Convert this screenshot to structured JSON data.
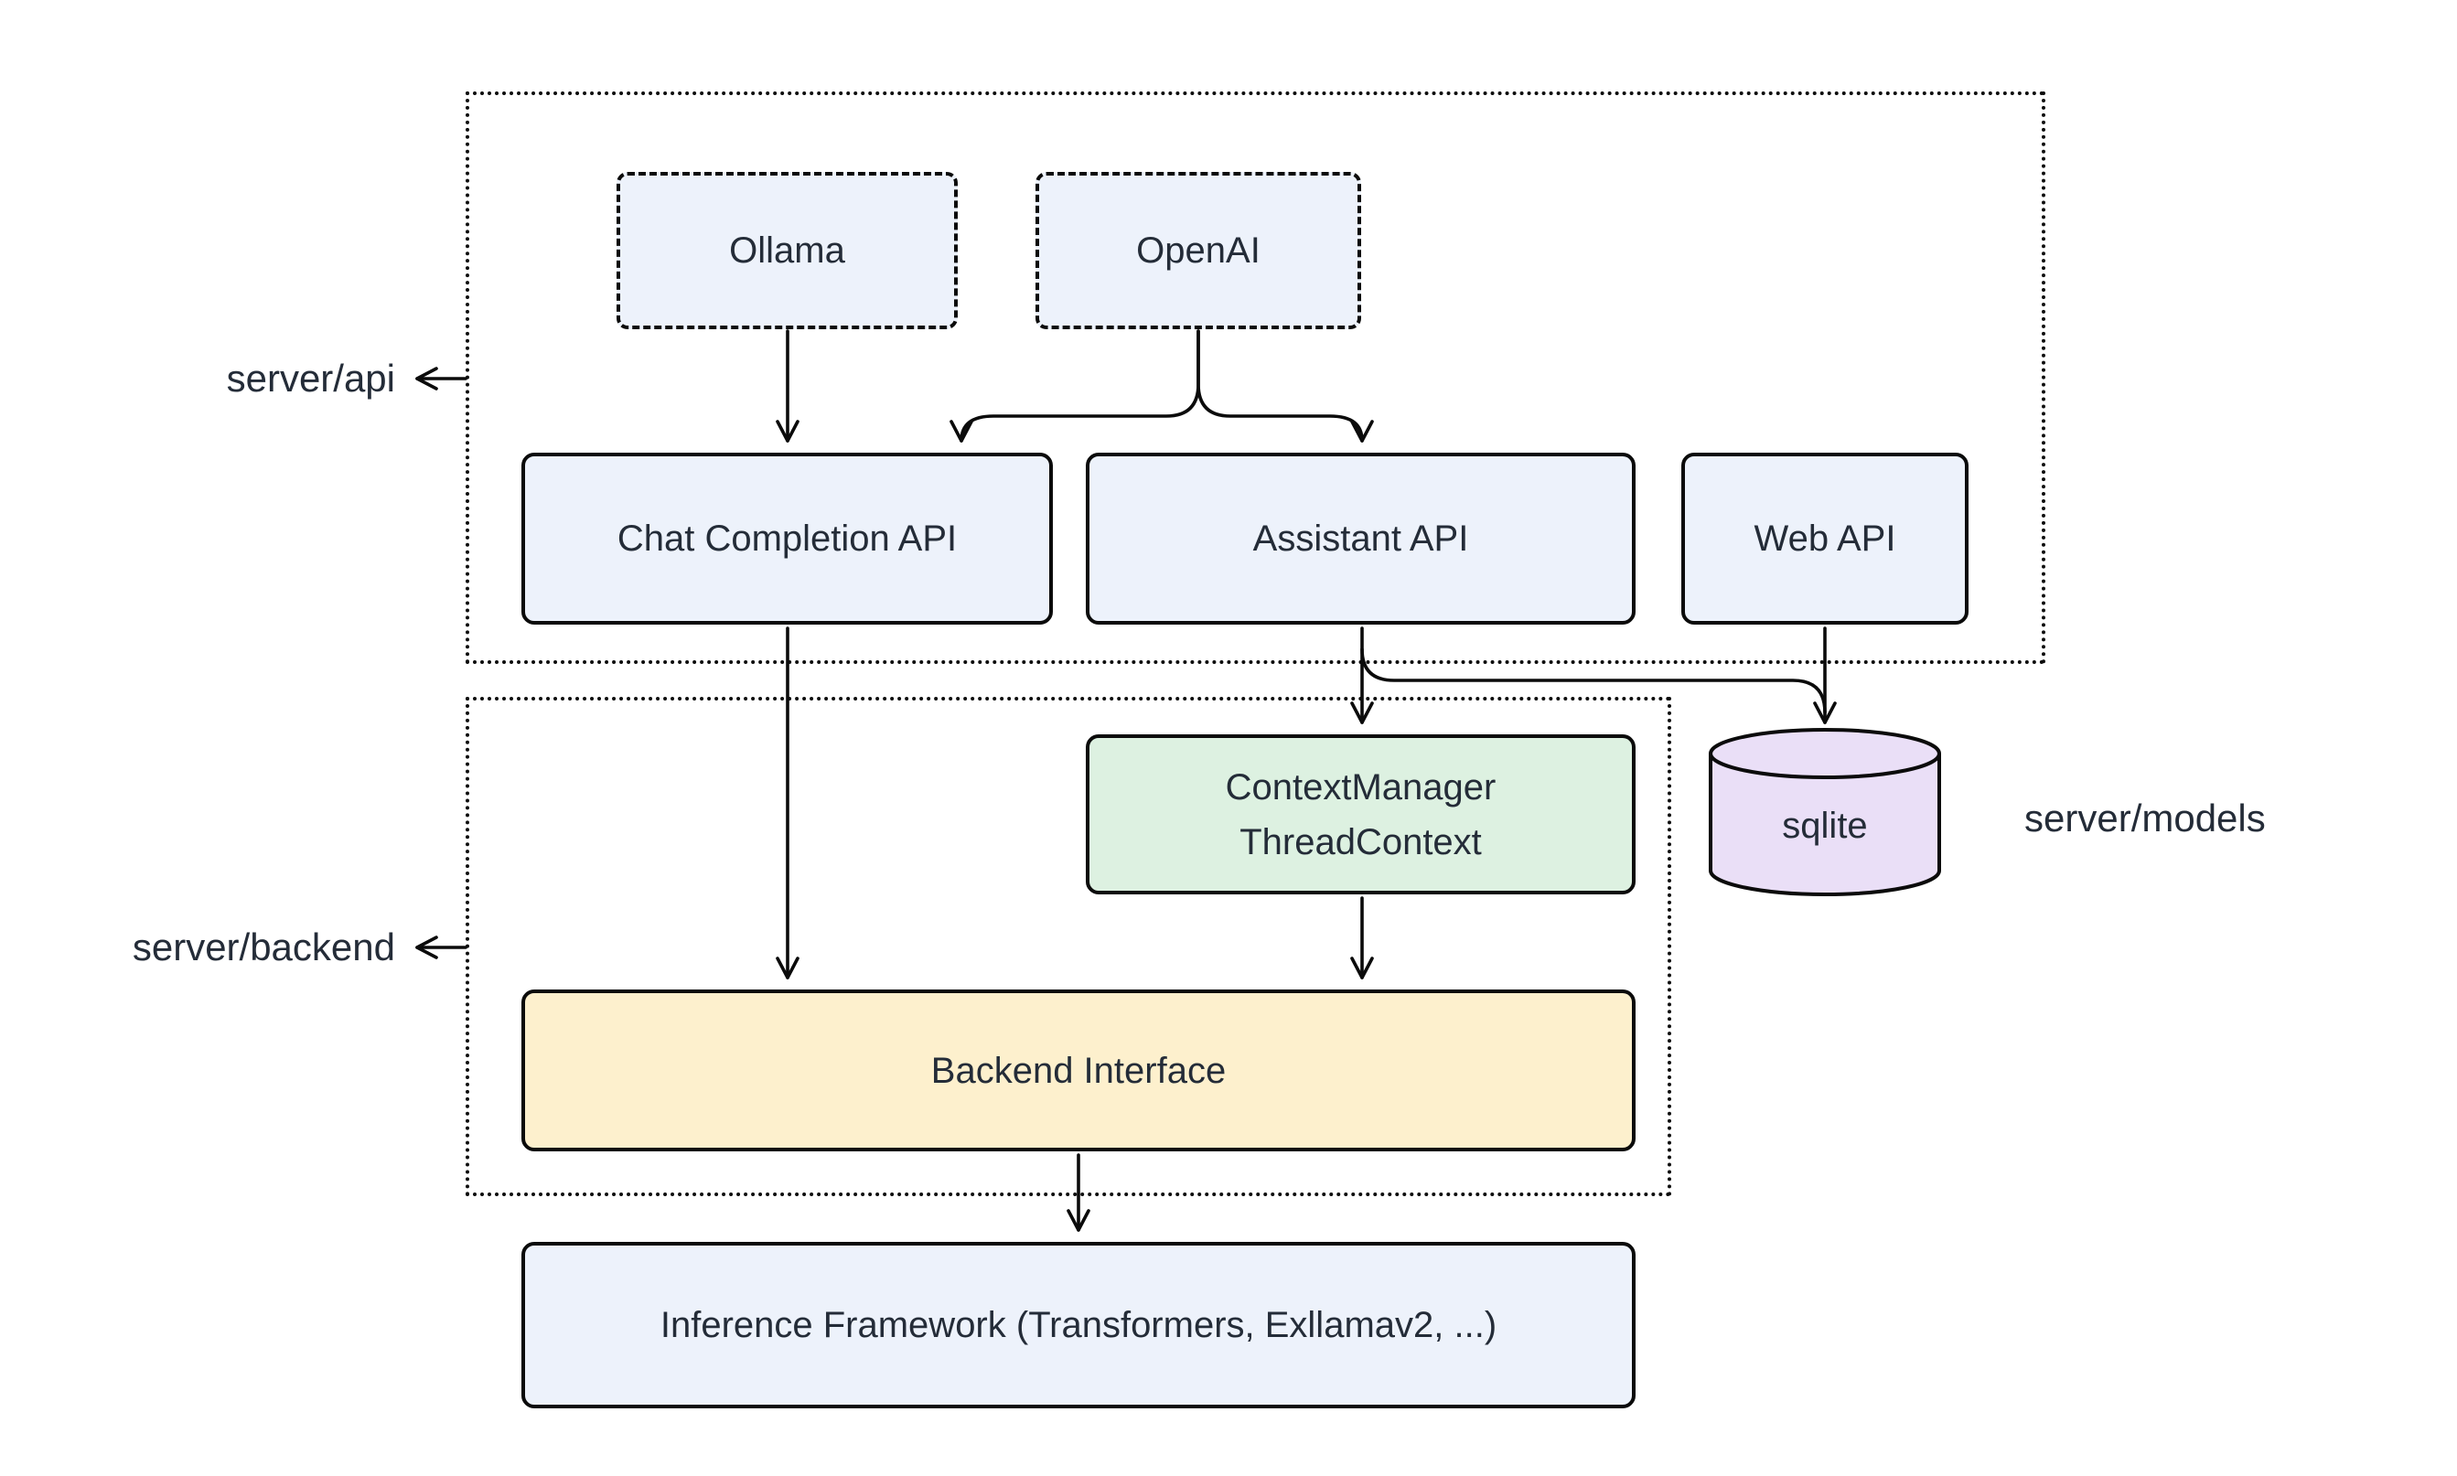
{
  "diagram": {
    "groups": {
      "api": {
        "label": "server/api"
      },
      "backend": {
        "label": "server/backend"
      },
      "models": {
        "label": "server/models"
      }
    },
    "nodes": {
      "ollama": {
        "label": "Ollama"
      },
      "openai": {
        "label": "OpenAI"
      },
      "chat_api": {
        "label": "Chat Completion API"
      },
      "assistant_api": {
        "label": "Assistant API"
      },
      "web_api": {
        "label": "Web API"
      },
      "context_manager": {
        "line1": "ContextManager",
        "line2": "ThreadContext"
      },
      "sqlite": {
        "label": "sqlite"
      },
      "backend_interface": {
        "label": "Backend Interface"
      },
      "inference": {
        "label": "Inference Framework (Transformers, Exllamav2, ...)"
      }
    },
    "edges": [
      {
        "from": "ollama",
        "to": "chat_api"
      },
      {
        "from": "openai",
        "to": "chat_api"
      },
      {
        "from": "openai",
        "to": "assistant_api"
      },
      {
        "from": "chat_api",
        "to": "backend_interface"
      },
      {
        "from": "assistant_api",
        "to": "context_manager"
      },
      {
        "from": "assistant_api",
        "to": "sqlite"
      },
      {
        "from": "web_api",
        "to": "sqlite"
      },
      {
        "from": "context_manager",
        "to": "backend_interface"
      },
      {
        "from": "backend_interface",
        "to": "inference"
      }
    ],
    "colors": {
      "node_blue": "#edf2fb",
      "node_green": "#ddf1e1",
      "node_yellow": "#fdf0cd",
      "node_purple": "#eadff7",
      "border": "#0b0b0b",
      "text": "#242c38"
    }
  }
}
